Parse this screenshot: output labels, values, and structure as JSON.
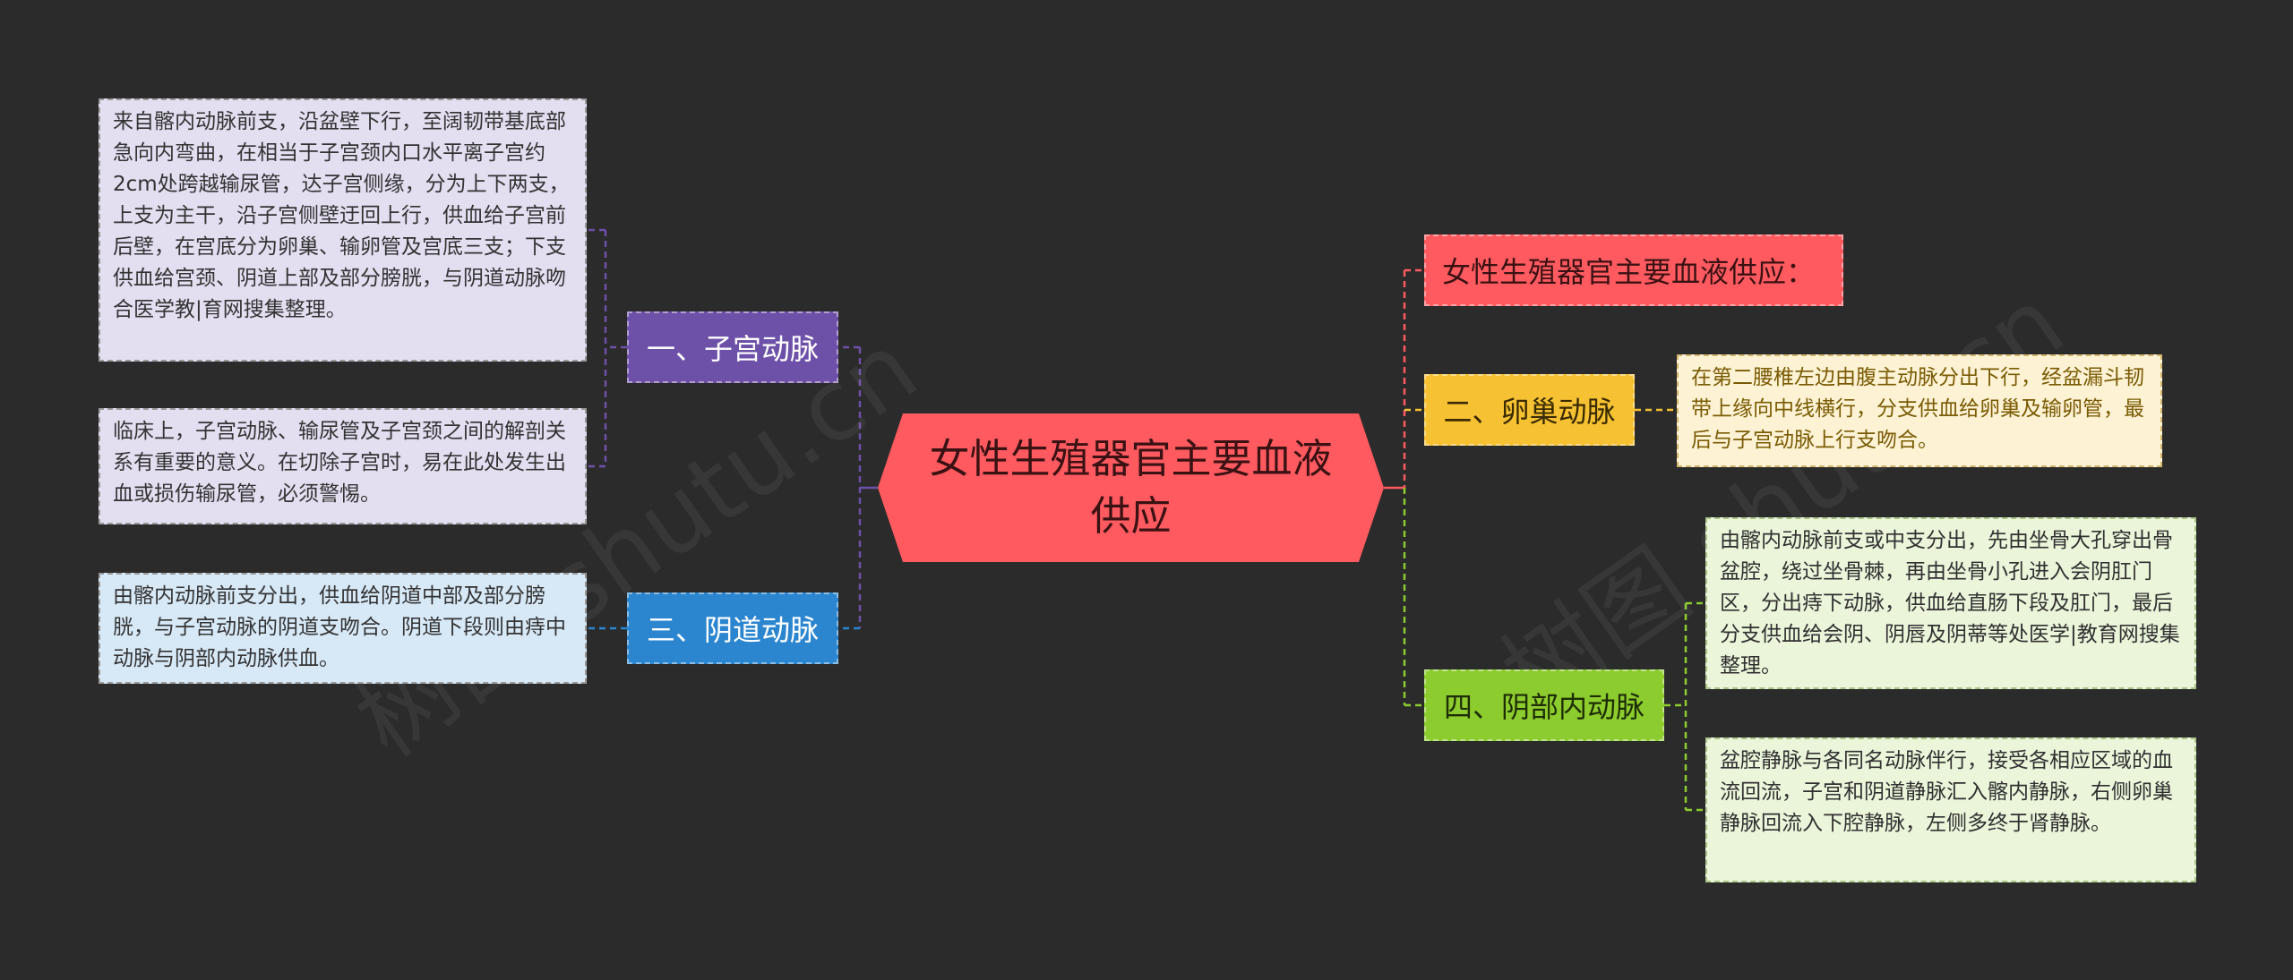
{
  "center": {
    "text": "女性生殖器官主要血液供应"
  },
  "branches": {
    "uterine": "一、子宫动脉",
    "vaginal": "三、阴道动脉",
    "title": "女性生殖器官主要血液供应：",
    "ovarian": "二、卵巢动脉",
    "pudendal": "四、阴部内动脉"
  },
  "leaves": {
    "uterine_1": "来自髂内动脉前支，沿盆壁下行，至阔韧带基底部急向内弯曲，在相当于子宫颈内口水平离子宫约2cm处跨越输尿管，达子宫侧缘，分为上下两支，上支为主干，沿子宫侧壁迂回上行，供血给子宫前后壁，在宫底分为卵巢、输卵管及宫底三支；下支供血给宫颈、阴道上部及部分膀胱，与阴道动脉吻合医学教|育网搜集整理。",
    "uterine_2": "临床上，子宫动脉、输尿管及子宫颈之间的解剖关系有重要的意义。在切除子宫时，易在此处发生出血或损伤输尿管，必须警惕。",
    "vaginal_1": "由髂内动脉前支分出，供血给阴道中部及部分膀胱，与子宫动脉的阴道支吻合。阴道下段则由痔中动脉与阴部内动脉供血。",
    "ovarian_1": "在第二腰椎左边由腹主动脉分出下行，经盆漏斗韧带上缘向中线横行，分支供血给卵巢及输卵管，最后与子宫动脉上行支吻合。",
    "pudendal_1": "由髂内动脉前支或中支分出，先由坐骨大孔穿出骨盆腔，绕过坐骨棘，再由坐骨小孔进入会阴肛门区，分出痔下动脉，供血给直肠下段及肛门，最后分支供血给会阴、阴唇及阴蒂等处医学|教育网搜集整理。",
    "pudendal_2": "盆腔静脉与各同名动脉伴行，接受各相应区域的血流回流，子宫和阴道静脉汇入髂内静脉，右侧卵巢静脉回流入下腔静脉，左侧多终于肾静脉。"
  },
  "watermark": "树图 shutu.cn",
  "colors": {
    "background": "#2b2b2b",
    "center": "#ff5a5f",
    "uterine": "#6d50a8",
    "vaginal": "#2b86cf",
    "ovarian": "#f6c233",
    "pudendal": "#8ccc2e"
  }
}
